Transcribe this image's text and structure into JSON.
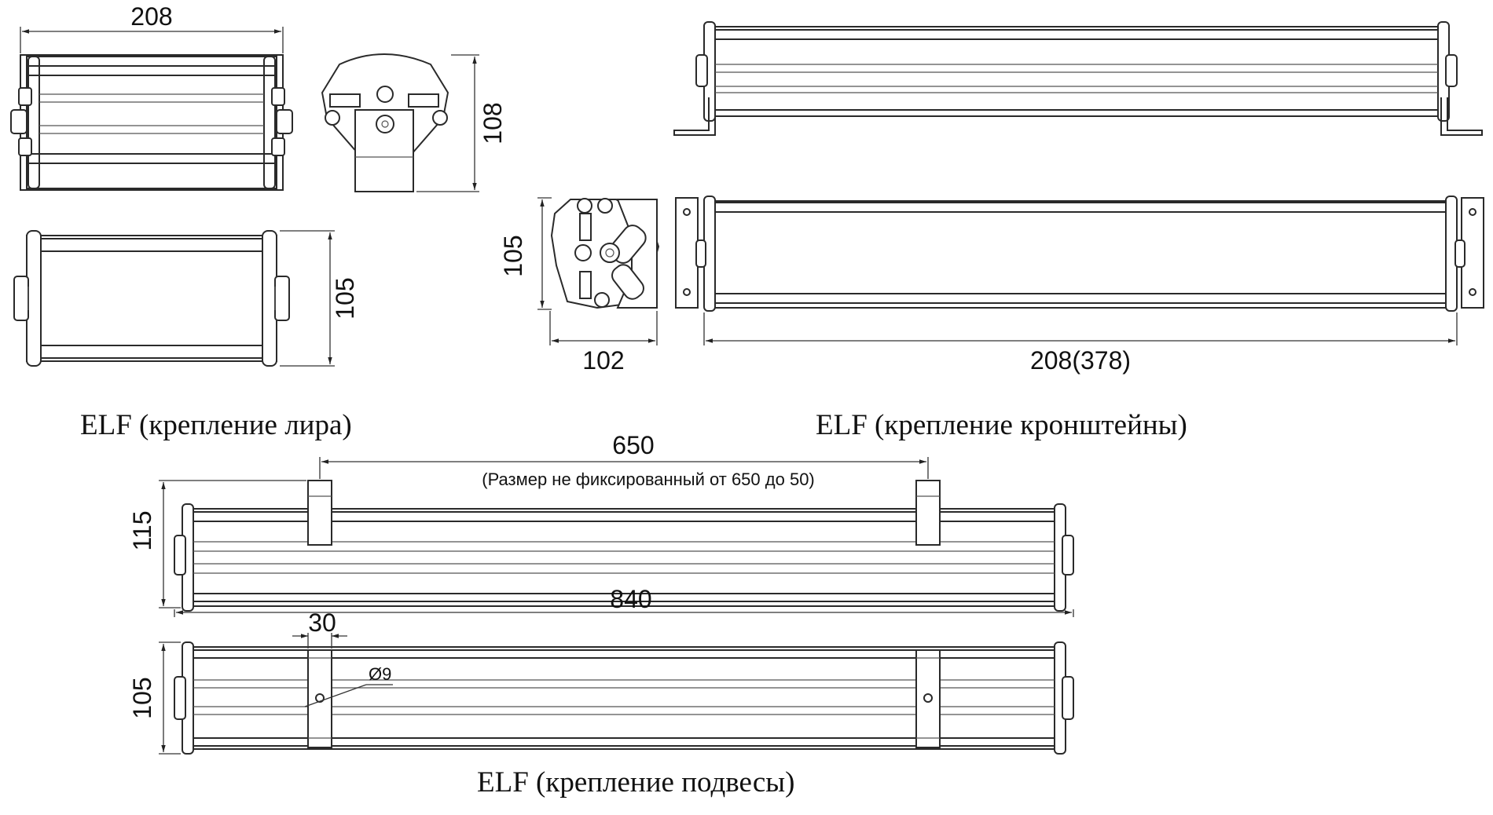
{
  "views": {
    "lyre": {
      "caption": "ELF (крепление лира)",
      "top_width": "208",
      "side_height": "108",
      "front_height": "105"
    },
    "brackets": {
      "caption": "ELF (крепление кронштейны)",
      "side_height": "105",
      "side_width": "102",
      "front_length": "208(378)"
    },
    "suspension": {
      "caption": "ELF (крепление подвесы)",
      "spacing": "650",
      "spacing_note": "(Размер не фиксированный от 650 до 50)",
      "top_height": "115",
      "length": "840",
      "clamp_width": "30",
      "front_height": "105",
      "hole_diameter": "Ø9"
    }
  }
}
